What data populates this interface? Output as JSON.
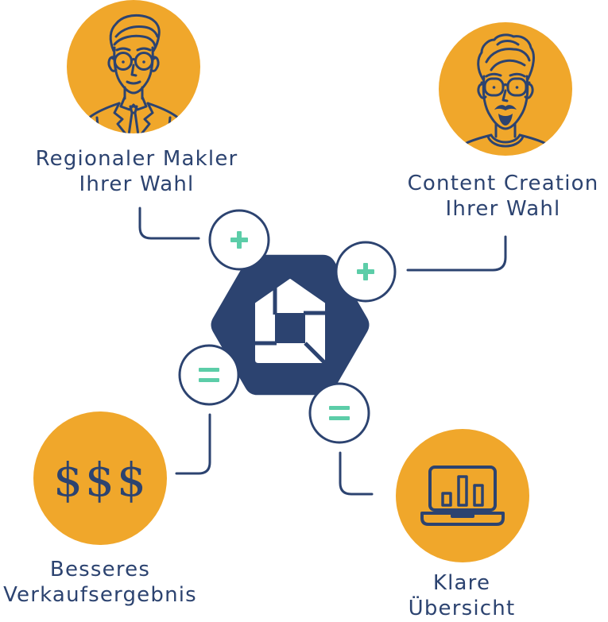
{
  "colors": {
    "accent_orange": "#F0A72B",
    "navy": "#2C4370",
    "operator_teal": "#5CCDA8",
    "background": "#FFFFFF"
  },
  "partners": {
    "broker": {
      "icon": "man-in-suit-avatar-icon",
      "label": [
        "Regionaler Makler",
        "Ihrer Wahl"
      ]
    },
    "content_creation": {
      "icon": "bearded-man-avatar-icon",
      "label": [
        "Content Creation",
        "Ihrer Wahl"
      ]
    }
  },
  "hub": {
    "icon": "house-logo-icon"
  },
  "operators": {
    "broker_join": {
      "icon": "plus-icon"
    },
    "content_join": {
      "icon": "plus-icon"
    },
    "sales_result": {
      "icon": "equals-icon"
    },
    "overview_result": {
      "icon": "equals-icon"
    }
  },
  "results": {
    "sales": {
      "icon": "dollar-signs-icon",
      "symbol": "$$$",
      "label": [
        "Besseres",
        "Verkaufsergebnis"
      ]
    },
    "overview": {
      "icon": "laptop-bar-chart-icon",
      "label": [
        "Klare",
        "Übersicht"
      ]
    }
  }
}
